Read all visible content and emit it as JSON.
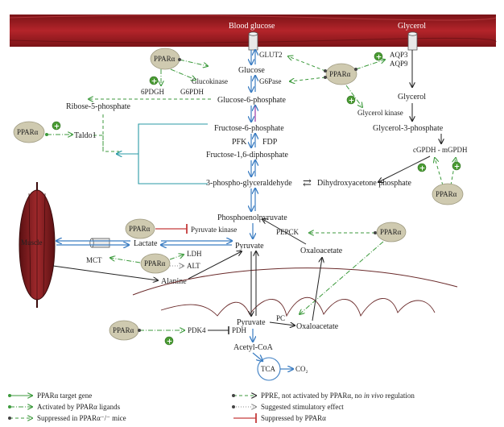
{
  "top_bar": {
    "blood_glucose": "Blood glucose",
    "glycerol_top": "Glycerol"
  },
  "ppar_label": "PPARα",
  "metabolites": {
    "glucose": "Glucose",
    "g6p": "Glucose-6-phosphate",
    "f6p": "Fructose-6-phosphate",
    "f16dp": "Fructose-1,6-diphosphate",
    "g3p_ald": "3-phospho-glyceraldehyde",
    "dhap": "Dihydroxyacetone phosphate",
    "pep": "Phosphoenolpyruvate",
    "pyruvate": "Pyruvate",
    "lactate": "Lactate",
    "alanine": "Alanine",
    "oxaloacetate": "Oxaloacetate",
    "oxaloacetate_mito": "Oxaloacetate",
    "pyruvate_mito": "Pyruvate",
    "acetyl_coa": "Acetyl-CoA",
    "co2": "CO₂",
    "tca": "TCA",
    "ribose5p": "Ribose-5-phosphate",
    "glycerol": "Glycerol",
    "glycerol3p": "Glycerol-3-phosphate",
    "muscle": "Muscle"
  },
  "enzymes": {
    "glut2": "GLUT2",
    "g6pase": "G6Pase",
    "glucokinase": "Glucokinase",
    "pdgh6": "6PDGH",
    "g6pdh": "G6PDH",
    "pfk": "PFK",
    "fdp": "FDP",
    "taldo1": "Taldo1",
    "aqp3": "AQP3",
    "aqp9": "AQP9",
    "glycerol_kinase": "Glycerol kinase",
    "gpdh": "cGPDH - mGPDH",
    "pyruvate_kinase": "Pyruvate kinase",
    "pepck": "PEPCK",
    "ldh": "LDH",
    "alt": "ALT",
    "mct": "MCT",
    "pc": "PC",
    "pdk4": "PDK4",
    "pdh": "PDH"
  },
  "legend": {
    "target_gene": "PPARα target gene",
    "activated": "Activated by PPARα ligands",
    "suppressed_mice": "Suppressed in PPARα⁻/⁻ mice",
    "ppre": "PPRE, not activated by PPARα, no",
    "ppre_italic": "in vivo",
    "ppre_tail": "regulation",
    "suggested": "Suggested stimulatory effect",
    "suppressed_by": "Suppressed by PPARα"
  },
  "plus_symbol": "+",
  "equilibrium_symbol": "⇄",
  "colors": {
    "red_bar": "#9d1c22",
    "ppar_fill": "#cfcab0",
    "green": "#3c9a3c",
    "blue": "#3b7dc2",
    "teal": "#2a9aa5",
    "suppress_red": "#c53a3a"
  }
}
